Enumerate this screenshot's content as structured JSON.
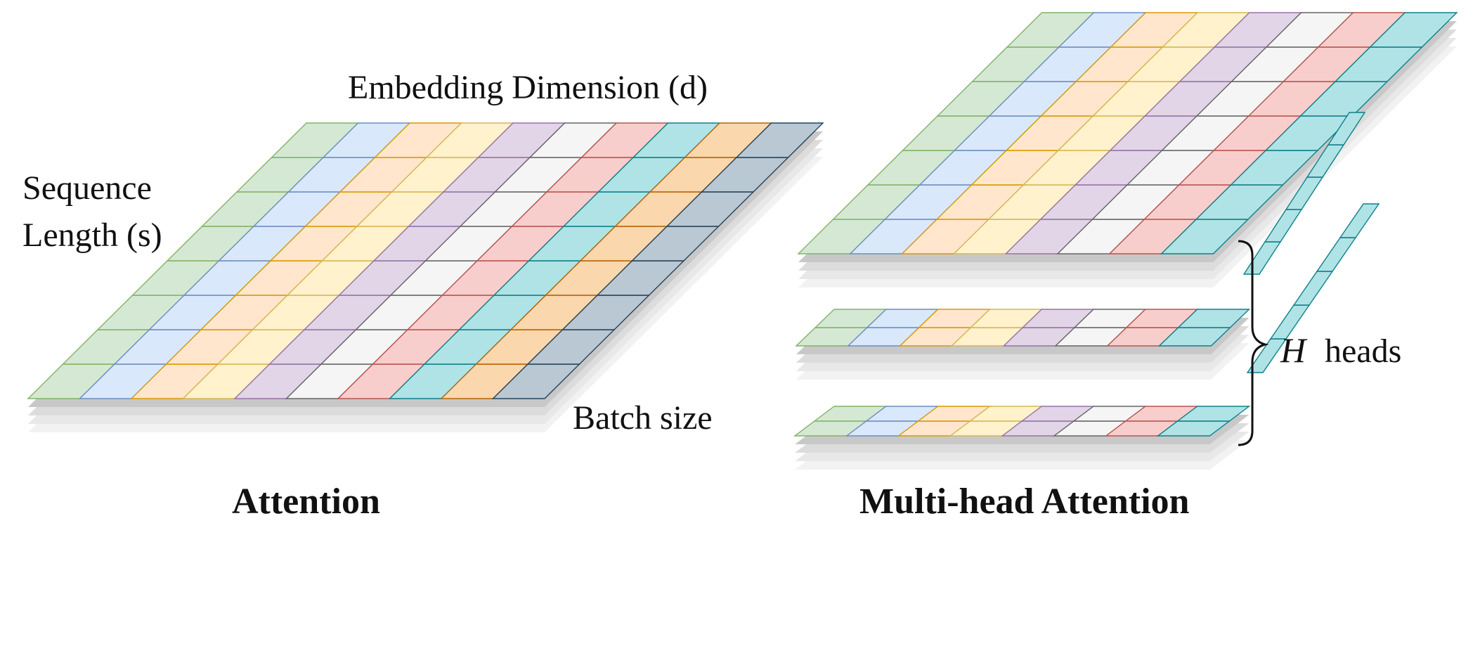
{
  "labels": {
    "embedding": "Embedding Dimension (d)",
    "sequence_line1": "Sequence",
    "sequence_line2": "Length (s)",
    "batch": "Batch size",
    "attention_caption": "Attention",
    "multihead_caption": "Multi-head Attention",
    "heads_symbol": "H",
    "heads_word": "heads"
  },
  "colors": {
    "columns": [
      {
        "fill": "#d5e8d4",
        "stroke": "#82b366"
      },
      {
        "fill": "#dae8fc",
        "stroke": "#6c8ebf"
      },
      {
        "fill": "#ffe6cc",
        "stroke": "#d79b00"
      },
      {
        "fill": "#fff2cc",
        "stroke": "#d6b656"
      },
      {
        "fill": "#e1d5e7",
        "stroke": "#9673a6"
      },
      {
        "fill": "#f5f5f5",
        "stroke": "#666666"
      },
      {
        "fill": "#f8cecc",
        "stroke": "#b85450"
      },
      {
        "fill": "#b0e3e6",
        "stroke": "#0e8088"
      },
      {
        "fill": "#fad7ac",
        "stroke": "#b46504"
      },
      {
        "fill": "#bac8d3",
        "stroke": "#23445d"
      }
    ],
    "shadow_layers": [
      "#c8c8c8",
      "#dcdcdc",
      "#e8e8e8",
      "#f2f2f2"
    ]
  },
  "attention_grid": {
    "columns": 10,
    "rows": 8
  },
  "multihead": {
    "head_columns": 8,
    "heads": [
      {
        "rows": 7,
        "column_count": 8
      },
      {
        "rows": 2,
        "column_count": 8
      },
      {
        "rows": 2,
        "column_count": 8
      }
    ]
  }
}
